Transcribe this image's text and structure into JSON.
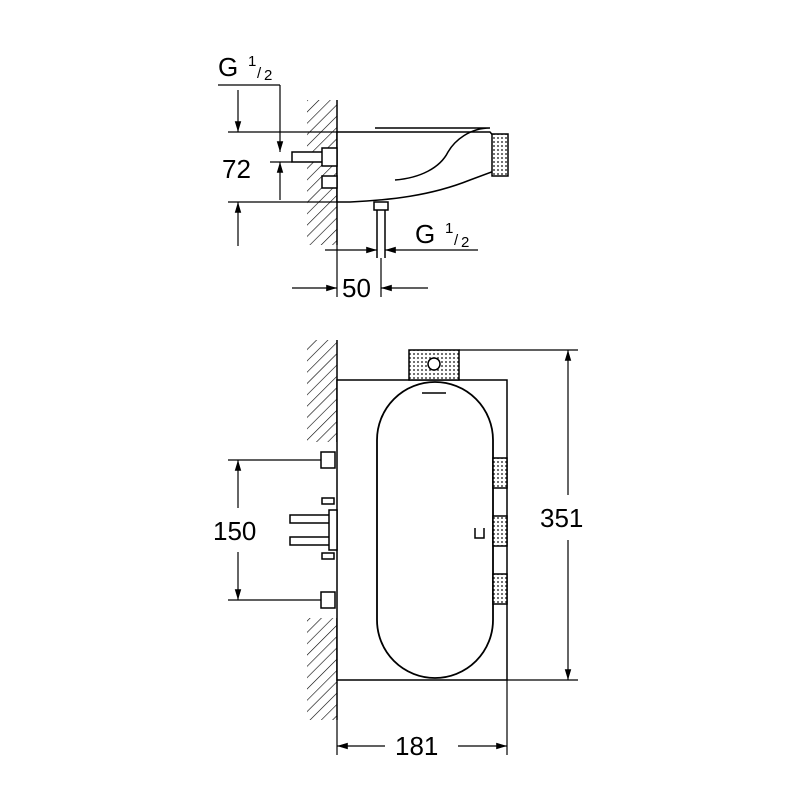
{
  "side_view": {
    "thread_top": {
      "letter": "G",
      "numerator": "1",
      "denominator": "2"
    },
    "thread_bottom": {
      "letter": "G",
      "numerator": "1",
      "denominator": "2"
    },
    "dim_height": "72",
    "dim_depth": "50"
  },
  "front_view": {
    "dim_spacing": "150",
    "dim_height": "351",
    "dim_width": "181"
  },
  "colors": {
    "line": "#000000",
    "body_fill": "#ffffff",
    "knurl": "#444444"
  }
}
